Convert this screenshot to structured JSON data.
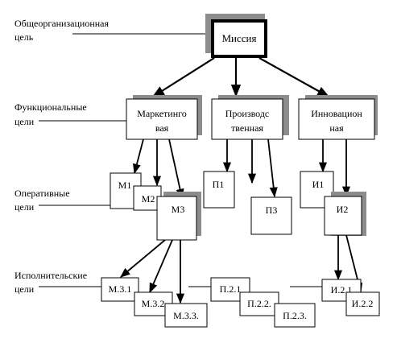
{
  "levels": {
    "mission_label": [
      "Общеорганизационная",
      "цель"
    ],
    "functional_label": [
      "Функциональные",
      "цели"
    ],
    "operative_label": [
      "Оперативные",
      "цели"
    ],
    "executive_label": [
      "Исполнительские",
      "цели"
    ]
  },
  "mission": {
    "text": "Миссия"
  },
  "functional": {
    "marketing": [
      "Маркетинго",
      "вая"
    ],
    "production": [
      "Производс",
      "твенная"
    ],
    "innovation": [
      "Инновацион",
      "ная"
    ]
  },
  "operative": {
    "m1": "М1",
    "m2": "М2",
    "m3": "М3",
    "p1": "П1",
    "p3": "П3",
    "i1": "И1",
    "i2": "И2"
  },
  "executive": {
    "m31": "М.3.1",
    "m32": "М.3.2",
    "m33": "М.3.3.",
    "p21": "П.2.1",
    "p22": "П.2.2.",
    "p23": "П.2.3.",
    "i21": "И.2.1",
    "i22": "И.2.2"
  }
}
